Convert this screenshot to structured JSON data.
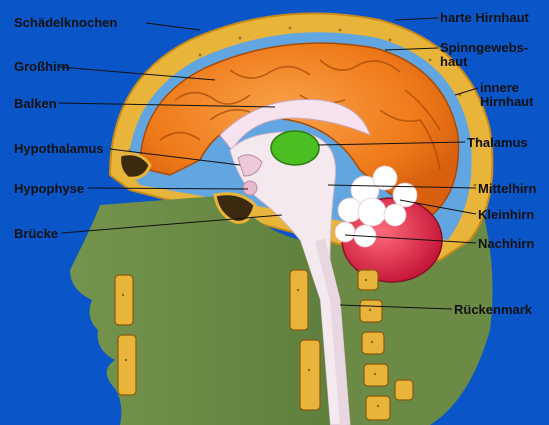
{
  "diagram": {
    "labels_left": [
      "Schädelknochen",
      "Großhirn",
      "Balken",
      "Hypothalamus",
      "Hypophyse",
      "Brücke"
    ],
    "labels_right": [
      "harte Hirnhaut",
      "Spinngewebs-",
      "haut",
      "innere",
      "Hirnhaut",
      "Thalamus",
      "Mittelhirn",
      "Kleinhirn",
      "Nachhirn",
      "Rückenmark"
    ]
  },
  "colors": {
    "background": "#0a55c8",
    "skull": "#e8b43a",
    "cerebrum": "#f07a1e",
    "face": "#6f8f4a",
    "thalamus": "#4bbf22",
    "cerebellum": "#d8204a",
    "meninges": "#4aa3ff",
    "brainstem": "#f4e9ef"
  }
}
